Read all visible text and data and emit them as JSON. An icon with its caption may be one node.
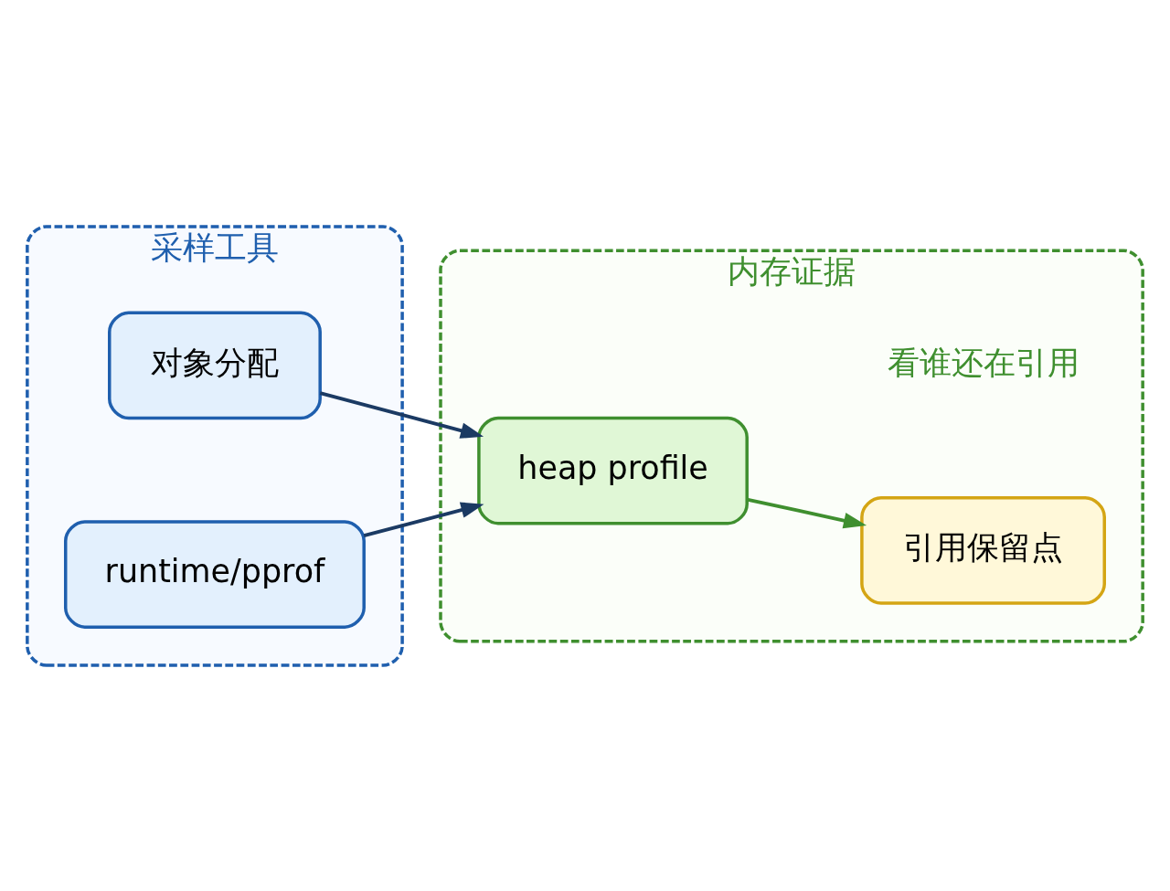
{
  "diagram": {
    "nodes": [
      {
        "text": [
          "采样工具"
        ]
      },
      {
        "text": [
          "对象分配"
        ],
        "in": 0
      },
      {
        "text": [
          "runtime/pprof"
        ],
        "in": 0
      },
      {
        "text": [
          "内存证据"
        ]
      },
      {
        "text": [
          "heap profile"
        ],
        "in": 3
      },
      {
        "text": [
          "引用保留点"
        ],
        "in": 3
      }
    ],
    "edges": [
      {
        "from": 1,
        "to": 4,
        "arrow": "to"
      },
      {
        "from": 2,
        "to": 4,
        "arrow": "to"
      },
      {
        "from": 4,
        "to": 5,
        "arrow": "to",
        "color": "#3f8f2f"
      }
    ],
    "labels": [
      "看谁还在引用"
    ]
  }
}
